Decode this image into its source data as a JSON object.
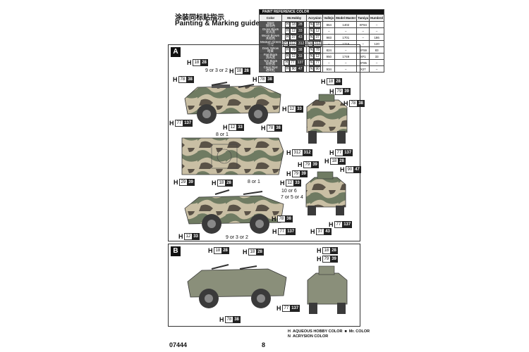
{
  "header": {
    "title_zh": "涂装同标贴指示",
    "title_en": "Painting & Marking guide"
  },
  "ref_table": {
    "title": "PAINT REFERENCE COLOR",
    "columns": [
      "Color",
      "Mr.Hobby",
      "Acrysion",
      "Vallejo",
      "Model Master",
      "Tamiya",
      "Humbrol"
    ],
    "rows": [
      {
        "color": "Steel",
        "color_zh": "钢铁色",
        "h": "18",
        "hk": "28",
        "n": "18",
        "vallejo": "864",
        "mm": "1402",
        "tamiya": "XF84",
        "humbrol": "–"
      },
      {
        "color": "Gloss Black",
        "color_zh": "亮光黑",
        "h": "12",
        "hk": "33",
        "n": "12",
        "vallejo": "–",
        "mm": "–",
        "tamiya": "–",
        "humbrol": "–"
      },
      {
        "color": "Wood Brown",
        "color_zh": "木棕色",
        "h": "37",
        "hk": "43",
        "n": "37",
        "vallejo": "983",
        "mm": "1701",
        "tamiya": "–",
        "humbrol": "186"
      },
      {
        "color": "Medium Green",
        "color_zh": "中绿",
        "h": "312",
        "hk": "312",
        "n": "312",
        "vallejo": "–",
        "mm": "1716",
        "tamiya": "–",
        "humbrol": "120"
      },
      {
        "color": "Dark Yellow",
        "color_zh": "暗黄",
        "h": "78",
        "hk": "38",
        "n": "78",
        "vallejo": "824",
        "mm": "–",
        "tamiya": "XF59",
        "humbrol": "83"
      },
      {
        "color": "Flat Black",
        "color_zh": "消光黑",
        "h": "12",
        "hk": "33",
        "n": "12",
        "vallejo": "950",
        "mm": "1749",
        "tamiya": "XF1",
        "humbrol": "33"
      },
      {
        "color": "Tire Black",
        "color_zh": "轮胎黑",
        "h": "77",
        "hk": "137",
        "n": "77",
        "vallejo": "–",
        "mm": "–",
        "tamiya": "XF85",
        "humbrol": "–"
      },
      {
        "color": "Clear Red",
        "color_zh": "透明红",
        "h": "90",
        "hk": "47",
        "n": "90",
        "vallejo": "934",
        "mm": "–",
        "tamiya": "X27",
        "humbrol": "–"
      }
    ]
  },
  "panels": {
    "a_letter": "A",
    "b_letter": "B"
  },
  "callouts": [
    {
      "h": "18",
      "num": "28"
    },
    {
      "h": "18",
      "num": "28"
    },
    {
      "h": "78",
      "num": "38"
    },
    {
      "h": "78",
      "num": "38"
    },
    {
      "h": "77",
      "num": "137"
    },
    {
      "h": "12",
      "num": "33"
    },
    {
      "h": "78",
      "num": "38"
    },
    {
      "h": "18",
      "num": "28"
    },
    {
      "h": "79",
      "num": "39"
    },
    {
      "h": "78",
      "num": "38"
    },
    {
      "h": "12",
      "num": "33"
    },
    {
      "h": "312",
      "num": "312"
    },
    {
      "h": "77",
      "num": "137"
    },
    {
      "h": "18",
      "num": "28"
    },
    {
      "h": "90",
      "num": "47"
    },
    {
      "h": "79",
      "num": "39"
    },
    {
      "h": "79",
      "num": "39"
    },
    {
      "h": "12",
      "num": "33"
    },
    {
      "h": "29",
      "num": "39"
    },
    {
      "h": "18",
      "num": "28"
    },
    {
      "h": "78",
      "num": "38"
    },
    {
      "h": "12",
      "num": "33"
    },
    {
      "h": "77",
      "num": "137"
    },
    {
      "h": "77",
      "num": "137"
    },
    {
      "h": "37",
      "num": "43"
    },
    {
      "h": "18",
      "num": "28"
    },
    {
      "h": "18",
      "num": "28"
    },
    {
      "h": "18",
      "num": "28"
    },
    {
      "h": "79",
      "num": "39"
    },
    {
      "h": "77",
      "num": "137"
    },
    {
      "h": "78",
      "num": "38"
    }
  ],
  "labels": {
    "a_top_decal": "9 or 3 or 2",
    "a_bottom_decal": "8 or 1",
    "a_mid_decal": "8 or 1",
    "a_rear_decal1": "10 or 6",
    "a_rear_decal2": "7 or 5 or 4",
    "a_side2_decal": "9 or 3 or 2"
  },
  "legend": {
    "h_label": "H",
    "h_text": "AQUEOUS HOBBY COLOR",
    "mr_text": "Mr. COLOR",
    "n_label": "N",
    "n_text": "ACRYSION COLOR"
  },
  "footer": {
    "code": "07444",
    "page": "8"
  },
  "colors": {
    "camo_green": "#6f7b62",
    "camo_tan": "#c9bfa4",
    "camo_brown": "#5a5247",
    "olive": "#8a8f7a",
    "tire": "#3a3a3a"
  }
}
